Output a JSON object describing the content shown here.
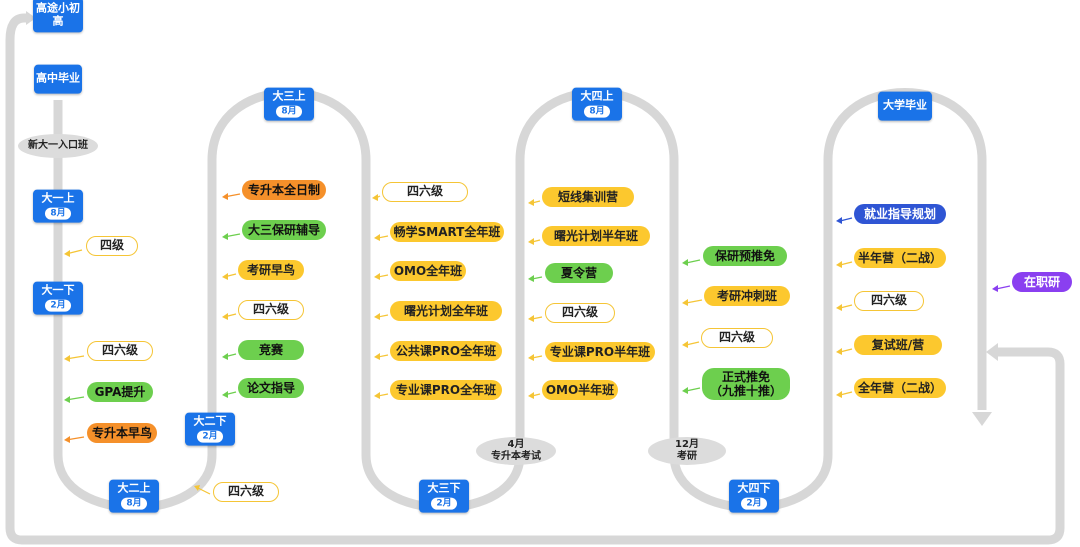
{
  "colors": {
    "track": "#d7d7d7",
    "blue": "#1a73e8",
    "yellow": "#fcc82e",
    "green": "#6dcf4e",
    "orange": "#f5902a",
    "white_border": "#f5c536",
    "navy": "#2f55d4",
    "purple": "#8a3ff0"
  },
  "milestones": [
    {
      "id": "top-start",
      "title": "高途小初高",
      "sub": ""
    },
    {
      "id": "hs-grad",
      "title": "高中毕业",
      "sub": ""
    },
    {
      "id": "y1-up",
      "title": "大一上",
      "sub": "8月"
    },
    {
      "id": "y1-down",
      "title": "大一下",
      "sub": "2月"
    },
    {
      "id": "y2-up",
      "title": "大二上",
      "sub": "8月"
    },
    {
      "id": "y2-down",
      "title": "大二下",
      "sub": "2月"
    },
    {
      "id": "y3-up",
      "title": "大三上",
      "sub": "8月"
    },
    {
      "id": "y3-down",
      "title": "大三下",
      "sub": "2月"
    },
    {
      "id": "y4-up",
      "title": "大四上",
      "sub": "8月"
    },
    {
      "id": "y4-down",
      "title": "大四下",
      "sub": "2月"
    },
    {
      "id": "uni-grad",
      "title": "大学毕业",
      "sub": ""
    }
  ],
  "ovals": [
    {
      "id": "freshman-entry",
      "text": "新大一入口班",
      "line2": ""
    },
    {
      "id": "apr-exam",
      "text": "4月",
      "line2": "专升本考试"
    },
    {
      "id": "dec-exam",
      "text": "12月",
      "line2": "考研"
    }
  ],
  "courses": [
    {
      "text": "四级",
      "style": "white"
    },
    {
      "text": "四六级",
      "style": "white"
    },
    {
      "text": "GPA提升",
      "style": "green"
    },
    {
      "text": "专升本早鸟",
      "style": "orange"
    },
    {
      "text": "四六级",
      "style": "white"
    },
    {
      "text": "专升本全日制",
      "style": "orange"
    },
    {
      "text": "大三保研辅导",
      "style": "green"
    },
    {
      "text": "考研早鸟",
      "style": "yellow"
    },
    {
      "text": "四六级",
      "style": "white"
    },
    {
      "text": "竞赛",
      "style": "green"
    },
    {
      "text": "论文指导",
      "style": "green"
    },
    {
      "text": "四六级",
      "style": "white"
    },
    {
      "text": "畅学SMART全年班",
      "style": "yellow"
    },
    {
      "text": "OMO全年班",
      "style": "yellow"
    },
    {
      "text": "曙光计划全年班",
      "style": "yellow"
    },
    {
      "text": "公共课PRO全年班",
      "style": "yellow"
    },
    {
      "text": "专业课PRO全年班",
      "style": "yellow"
    },
    {
      "text": "短线集训营",
      "style": "yellow"
    },
    {
      "text": "曙光计划半年班",
      "style": "yellow"
    },
    {
      "text": "夏令营",
      "style": "green"
    },
    {
      "text": "四六级",
      "style": "white"
    },
    {
      "text": "专业课PRO半年班",
      "style": "yellow"
    },
    {
      "text": "OMO半年班",
      "style": "yellow"
    },
    {
      "text": "保研预推免",
      "style": "green"
    },
    {
      "text": "考研冲刺班",
      "style": "yellow"
    },
    {
      "text": "四六级",
      "style": "white"
    },
    {
      "text": "正式推免",
      "line2": "（九推十推）",
      "style": "green"
    },
    {
      "text": "就业指导规划",
      "style": "blue"
    },
    {
      "text": "半年营（二战）",
      "style": "yellow"
    },
    {
      "text": "四六级",
      "style": "white"
    },
    {
      "text": "复试班/营",
      "style": "yellow"
    },
    {
      "text": "全年营（二战）",
      "style": "yellow"
    },
    {
      "text": "在职研",
      "style": "purple"
    }
  ]
}
